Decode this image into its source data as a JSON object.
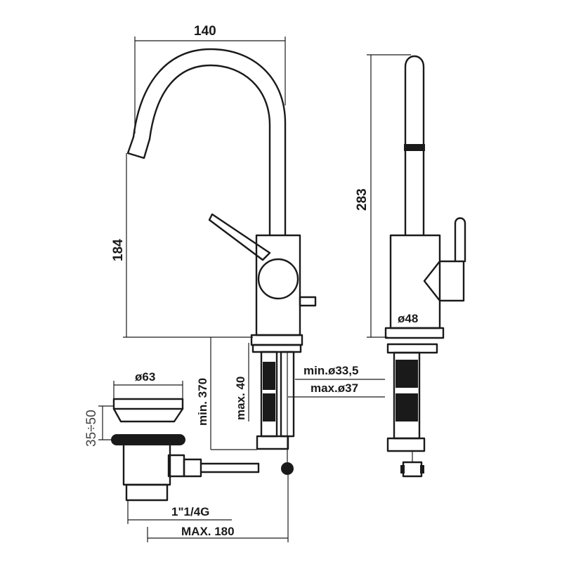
{
  "dimensions": {
    "width_top": "140",
    "height_spout": "184",
    "height_total": "283",
    "diameter_body": "ø48",
    "depth_min_370": "min. 370",
    "depth_max_40": "max. 40",
    "hole_min": "min.ø33,5",
    "hole_max": "max.ø37",
    "waste_diameter": "ø63",
    "waste_range": "35÷50",
    "waste_thread": "1\"1/4G",
    "rod_max": "MAX. 180"
  }
}
